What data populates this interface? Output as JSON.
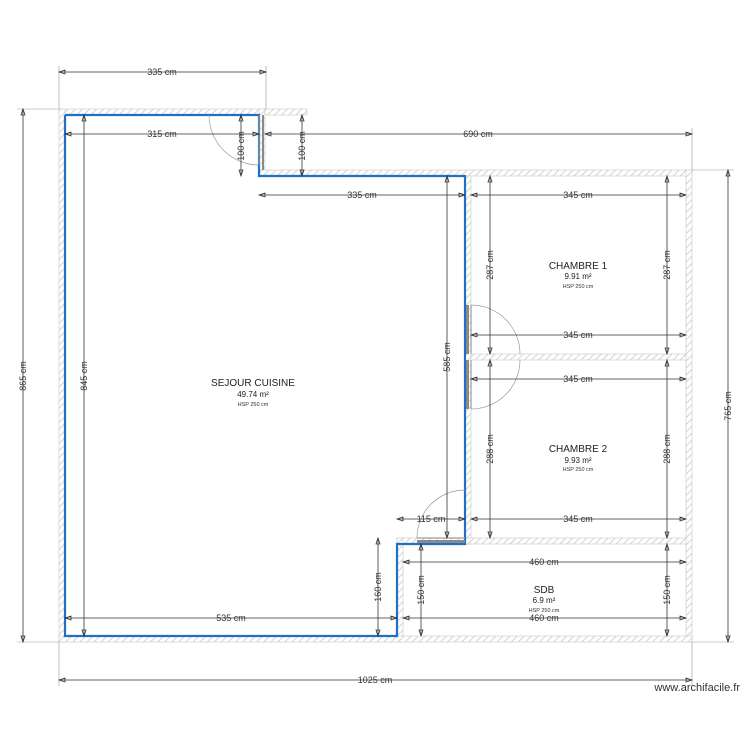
{
  "rooms": {
    "sejour": {
      "name": "SEJOUR CUISINE",
      "area": "49.74 m²",
      "hsp": "HSP 250 cm"
    },
    "chambre1": {
      "name": "CHAMBRE 1",
      "area": "9.91 m²",
      "hsp": "HSP 250 cm"
    },
    "chambre2": {
      "name": "CHAMBRE 2",
      "area": "9.93 m²",
      "hsp": "HSP 250 cm"
    },
    "sdb": {
      "name": "SDB",
      "area": "6.9 m²",
      "hsp": "HSP 250 cm"
    }
  },
  "dimensions": {
    "top_335": "335 cm",
    "top_690": "690 cm",
    "inner_315": "315 cm",
    "inner_100_a": "100 cm",
    "inner_100_b": "100 cm",
    "inner_335": "335 cm",
    "left_865": "865 cm",
    "inner_845": "845 cm",
    "inner_585": "585 cm",
    "ch1_345_top": "345 cm",
    "ch1_287_left": "287 cm",
    "ch1_287_right": "287 cm",
    "ch1_345_bottom": "345 cm",
    "ch2_345_top": "345 cm",
    "ch2_288_left": "288 cm",
    "ch2_288_right": "288 cm",
    "ch2_345_bottom": "345 cm",
    "right_765": "765 cm",
    "inner_115": "115 cm",
    "inner_160": "160 cm",
    "sdb_460_top": "460 cm",
    "sdb_150_left": "150 cm",
    "sdb_150_right": "150 cm",
    "sdb_460_bottom": "460 cm",
    "inner_535": "535 cm",
    "bottom_1025": "1025 cm"
  },
  "credit": "www.archifacile.fr",
  "colors": {
    "selection": "#1f6fc4",
    "wall_hatch": "#c8c8c8",
    "dimension": "#333333"
  }
}
